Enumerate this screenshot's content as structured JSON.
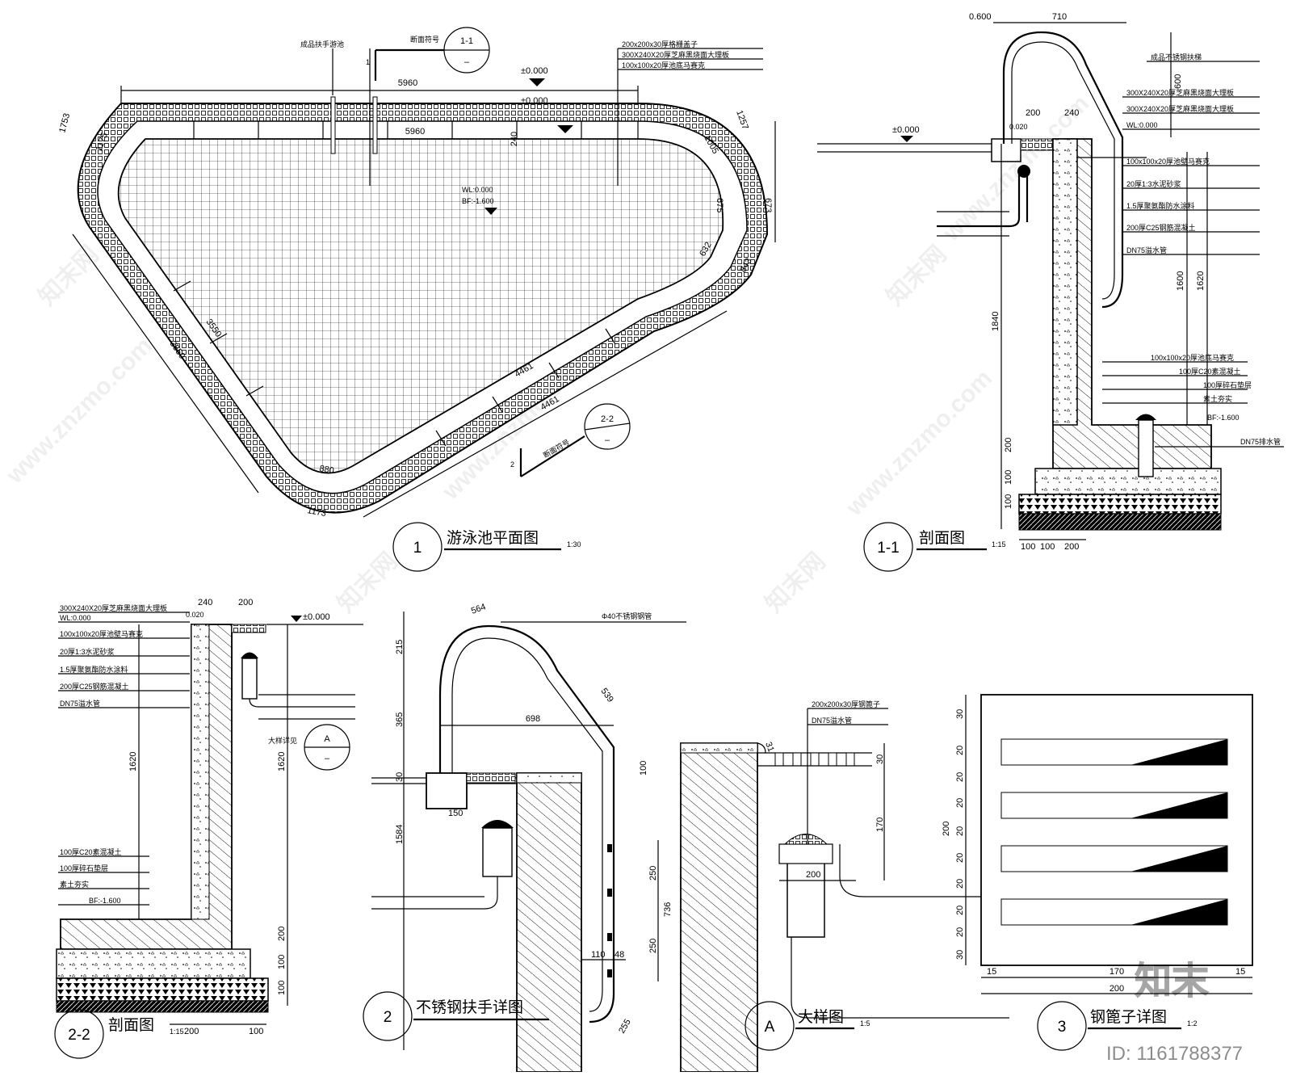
{
  "plan": {
    "bubble": "1",
    "title": "游泳池平面图",
    "scale": "1:30",
    "cut_1": "1-1",
    "cut_2": "2-2",
    "cut_dash": "–",
    "cut_note": "断面符号",
    "cut_num_1": "1",
    "cut_num_2": "2",
    "handrail_note": "成品扶手游池",
    "levels": [
      "±0.000",
      "±0.000"
    ],
    "water_level": "WL:0.000",
    "bottom_level": "BF:-1.600",
    "dims": {
      "top_outer": "5960",
      "top_inner": "5960",
      "coping": "240",
      "left_corner": "1753",
      "left_tag": "1175",
      "right_corner": "1257",
      "right_tag": "1005",
      "right_side_outer": "673",
      "right_side_inner": "675",
      "right_lower_outer": "843",
      "right_lower_inner": "632",
      "left_side_outer": "3550",
      "left_side_inner": "3550",
      "bottom_inner": "4461",
      "bottom_outer": "4461",
      "bottom_corner_inner": "880",
      "bottom_corner_outer": "1173"
    },
    "notes": [
      "200x200x30厚格栅盖子",
      "300X240X20厚芝麻黑烧面大理板",
      "100x100x20厚池底马赛克"
    ]
  },
  "section_1": {
    "bubble": "1-1",
    "title": "剖面图",
    "scale": "1:15",
    "levels": [
      "±0.000",
      "WL:0.000",
      "BF:-1.600",
      "0.020"
    ],
    "dims": {
      "top_left": "0.600",
      "top_width": "710",
      "rail_height": "600",
      "coping_200": "200",
      "coping_240": "240",
      "depth_1840": "1840",
      "depth_1600": "1600",
      "depth_1620": "1620",
      "base_200": "200",
      "base_100a": "100",
      "base_100b": "100",
      "bottom_100a": "100",
      "bottom_100b": "100",
      "bottom_200": "200"
    },
    "notes_upper": [
      "成品不锈钢扶梯",
      "300X240X20厚芝麻黑烧面大理板",
      "300X240X20厚芝麻黑烧面大理板",
      "WL:0.000",
      "100x100x20厚池壁马赛克",
      "20厚1:3水泥砂浆",
      "1.5厚聚氨酯防水涂料",
      "200厚C25钢筋混凝土",
      "DN75溢水管"
    ],
    "notes_lower": [
      "100x100x20厚池底马赛克",
      "100厚C20素混凝土",
      "100厚碎石垫层",
      "素土夯实"
    ],
    "drain": "DN75排水管"
  },
  "section_2": {
    "bubble": "2-2",
    "title": "剖面图",
    "scale": "1:15",
    "levels": [
      "±0.000",
      "WL:0.000",
      "0.020",
      "BF:-1.600"
    ],
    "dims": {
      "coping_240": "240",
      "coping_200": "200",
      "depth_left": "1620",
      "depth_right": "1620",
      "base_200": "200",
      "base_100a": "100",
      "base_100b": "100",
      "bottom_200": "200",
      "bottom_100": "100"
    },
    "notes_upper": [
      "300X240X20厚芝麻黑烧面大理板",
      "WL:0.000",
      "100x100x20厚池壁马赛克",
      "20厚1:3水泥砂浆",
      "1.5厚聚氨酯防水涂料",
      "200厚C25钢筋混凝土",
      "DN75溢水管"
    ],
    "notes_lower": [
      "100厚C20素混凝土",
      "100厚碎石垫层",
      "素土夯实"
    ],
    "detail_callout": "A",
    "detail_note": "大样详见",
    "detail_dash": "–"
  },
  "handrail": {
    "bubble": "2",
    "title": "不锈钢扶手详图",
    "note": "Φ40不锈钢钢管",
    "dims": {
      "arc": "564",
      "upper": "215",
      "mid": "365",
      "span": "698",
      "diag": "539",
      "d30": "30",
      "d150": "150",
      "d1584": "1584",
      "d736": "736",
      "d250a": "250",
      "d250b": "250",
      "d110": "110",
      "d48": "48",
      "d255": "255",
      "d100": "100"
    }
  },
  "detail_a": {
    "bubble": "A",
    "title": "大样图",
    "scale": "1:5",
    "notes": [
      "200x200x30厚钢篦子",
      "DN75溢水管"
    ],
    "angle": "31",
    "dims": {
      "d30": "30",
      "d170": "170",
      "d200": "200"
    }
  },
  "grate": {
    "bubble": "3",
    "title": "钢篦子详图",
    "scale": "1:2",
    "dims": {
      "total_h": "200",
      "total_w": "200",
      "inner_w": "170",
      "side_l": "15",
      "side_r": "15",
      "rows": [
        "30",
        "20",
        "20",
        "20",
        "20",
        "20",
        "20",
        "20",
        "20",
        "30"
      ]
    }
  },
  "watermark": {
    "text_cn": "知末网",
    "text_url": "www.znzmo.com",
    "logo": "知末",
    "id": "ID: 1161788377"
  }
}
